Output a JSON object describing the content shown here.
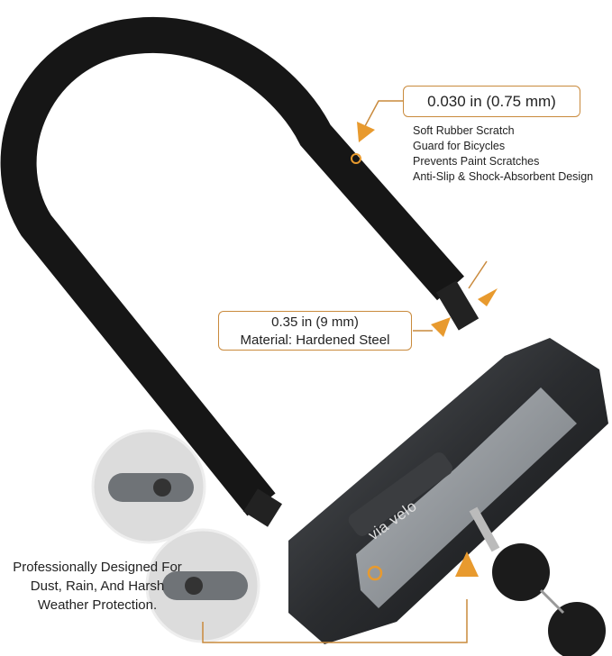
{
  "callouts": {
    "thickness": "0.030 in (0.75 mm)",
    "features": [
      "Soft Rubber Scratch",
      "Guard for Bicycles",
      "Prevents Paint Scratches",
      "Anti-Slip & Shock-Absorbent Design"
    ],
    "diameter": "0.35 in (9 mm)",
    "material": "Material: Hardened Steel",
    "weather": "Professionally Designed For Dust, Rain, And Harsh Weather Protection."
  },
  "brand": "via velo",
  "colors": {
    "accent": "#e89a2e",
    "border": "#c98a3c",
    "shackle": "#161616",
    "body": "#2b2d30",
    "insert": "#8e9398"
  }
}
